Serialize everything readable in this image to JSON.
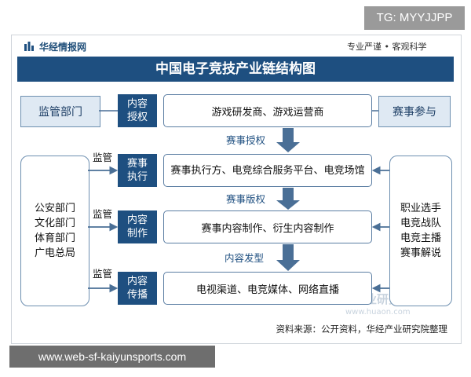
{
  "corner_tag": "TG: MYYJJPP",
  "brand": "华经情报网",
  "slogan": "专业严谨 • 客观科学",
  "title": "中国电子竞技产业链结构图",
  "left_header": "监管部门",
  "right_header": "赛事参与",
  "left_box": [
    "公安部门",
    "文化部门",
    "体育部门",
    "广电总局"
  ],
  "right_box": [
    "职业选手",
    "电竞战队",
    "电竞主播",
    "赛事解说"
  ],
  "stages": [
    {
      "label": [
        "内容",
        "授权"
      ],
      "content": "游戏研发商、游戏运营商"
    },
    {
      "label": [
        "赛事",
        "执行"
      ],
      "content": "赛事执行方、电竞综合服务平台、电竞场馆"
    },
    {
      "label": [
        "内容",
        "制作"
      ],
      "content": "赛事内容制作、衍生内容制作"
    },
    {
      "label": [
        "内容",
        "传播"
      ],
      "content": "电视渠道、电竞媒体、网络直播"
    }
  ],
  "flow_labels": [
    "赛事授权",
    "赛事版权",
    "内容发型"
  ],
  "regulate_label": "监管",
  "watermark": "华经产业研究院",
  "watermark_url": "www.huaon.com",
  "source": "资料来源：公开资料，华经产业研究院整理",
  "footer_url": "www.web-sf-kaiyunsports.com",
  "colors": {
    "primary": "#1e4f80",
    "light": "#dfe9f3",
    "arrow": "#4a6f96"
  }
}
